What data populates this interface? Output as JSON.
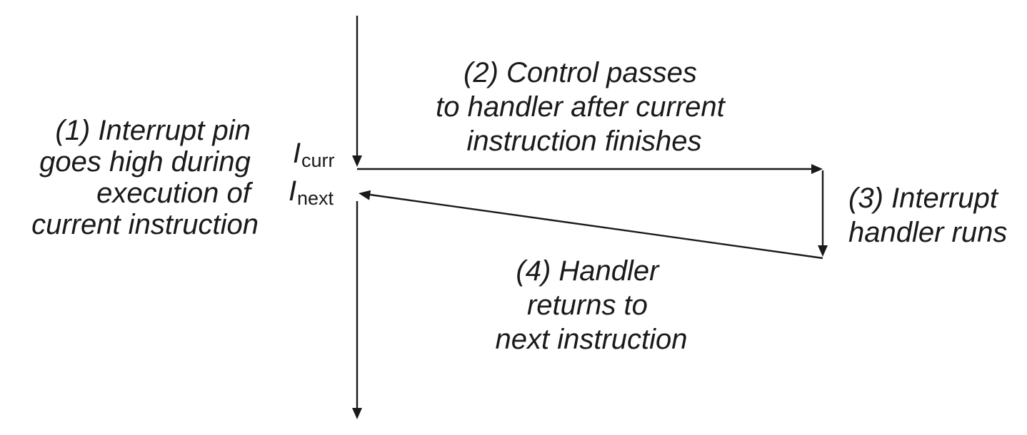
{
  "steps": {
    "step1": {
      "lines": [
        "(1) Interrupt pin",
        "goes high during",
        "execution of",
        "current instruction"
      ]
    },
    "step2": {
      "lines": [
        "(2) Control passes",
        "to handler after current",
        "instruction finishes"
      ]
    },
    "step3": {
      "lines": [
        "(3) Interrupt",
        "handler runs"
      ]
    },
    "step4": {
      "lines": [
        "(4) Handler",
        "returns to",
        "next instruction"
      ]
    }
  },
  "instructions": {
    "current": {
      "symbol": "I",
      "subscript": "curr"
    },
    "next": {
      "symbol": "I",
      "subscript": "next"
    }
  }
}
